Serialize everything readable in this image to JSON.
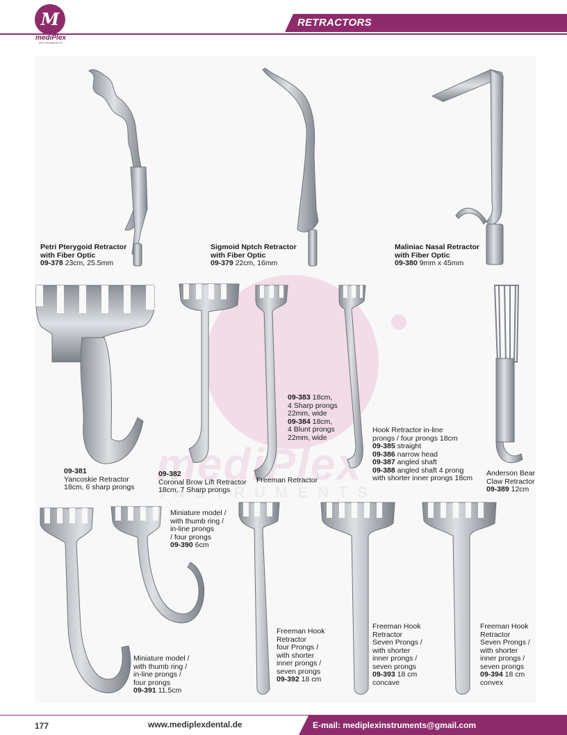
{
  "header": {
    "brand": "mediPlex",
    "brand_sub": "INSTRUMENTS",
    "section_title": "RETRACTORS",
    "accent_color": "#8d2b6b"
  },
  "watermark": {
    "word": "mediPlex",
    "sub": "INSTRUMENTS"
  },
  "products": [
    {
      "id": "p378",
      "name_lines": [
        "Petri Pterygoid Retractor",
        "with Fiber Optic"
      ],
      "code": "09-378",
      "detail": "23cm, 25.5mm"
    },
    {
      "id": "p379",
      "name_lines": [
        "Sigmoid Nptch Retractor",
        "with Fiber Optic"
      ],
      "code": "09-379",
      "detail": "22cm, 16mm"
    },
    {
      "id": "p380",
      "name_lines": [
        "Maliniac Nasal Retractor",
        "with Fiber Optic"
      ],
      "code": "09-380",
      "detail": "9mm x 45mm"
    },
    {
      "id": "p381",
      "code": "09-381",
      "lines": [
        "Yancoskie Retractor",
        "18cm, 6 sharp prongs"
      ]
    },
    {
      "id": "p382",
      "code": "09-382",
      "lines": [
        "Coronal Brow Lift Retractor",
        "18cm, 7 Sharp prongs"
      ]
    },
    {
      "id": "p383",
      "rows": [
        {
          "code": "09-383",
          "text": "18cm,"
        },
        {
          "code": "",
          "text": "4 Sharp prongs"
        },
        {
          "code": "",
          "text": "22mm, wide"
        },
        {
          "code": "09-384",
          "text": "18cm,"
        },
        {
          "code": "",
          "text": "4 Blunt prongs"
        },
        {
          "code": "",
          "text": "22mm, wide"
        }
      ]
    },
    {
      "id": "freeman",
      "label": "Freeman Retractor"
    },
    {
      "id": "p385",
      "title_lines": [
        "Hook Retractor in-line",
        "prongs / four prongs 18cm"
      ],
      "rows": [
        {
          "code": "09-385",
          "text": "straight"
        },
        {
          "code": "09-386",
          "text": "narrow head"
        },
        {
          "code": "09-387",
          "text": "angled shaft"
        },
        {
          "code": "09-388",
          "text": "angled shaft 4 prong"
        },
        {
          "code": "",
          "text": "with shorter inner prongs 18cm"
        }
      ]
    },
    {
      "id": "p389",
      "lines": [
        "Anderson Bear",
        "Claw Retractor"
      ],
      "code": "09-389",
      "detail": "12cm"
    },
    {
      "id": "p390",
      "lines": [
        "Miniature model /",
        "with thumb ring /",
        "in-line prongs",
        "/ four prongs"
      ],
      "code": "09-390",
      "detail": "6cm"
    },
    {
      "id": "p391",
      "lines": [
        "Miniature model /",
        "with thumb ring /",
        "in-line prongs /",
        "four prongs"
      ],
      "code": "09-391",
      "detail": "11.5cm"
    },
    {
      "id": "p392",
      "lines": [
        "Freeman Hook",
        "Retractor",
        "four Prongs /",
        "with shorter",
        "inner prongs /",
        "seven prongs"
      ],
      "code": "09-392",
      "detail": "18 cm"
    },
    {
      "id": "p393",
      "lines": [
        "Freeman Hook",
        "Retractor",
        "Seven Prongs /",
        "with shorter",
        "inner prongs /",
        "seven prongs"
      ],
      "code": "09-393",
      "detail": "18 cm",
      "extra": "concave"
    },
    {
      "id": "p394",
      "lines": [
        "Freeman Hook",
        "Retractor",
        "Seven Prongs /",
        "with shorter",
        "inner prongs /",
        "seven prongs"
      ],
      "code": "09-394",
      "detail": "18 cm",
      "extra": "convex"
    }
  ],
  "footer": {
    "page_number": "177",
    "website": "www.mediplexdental.de",
    "email": "E-mail: mediplexinstruments@gmail.com"
  }
}
